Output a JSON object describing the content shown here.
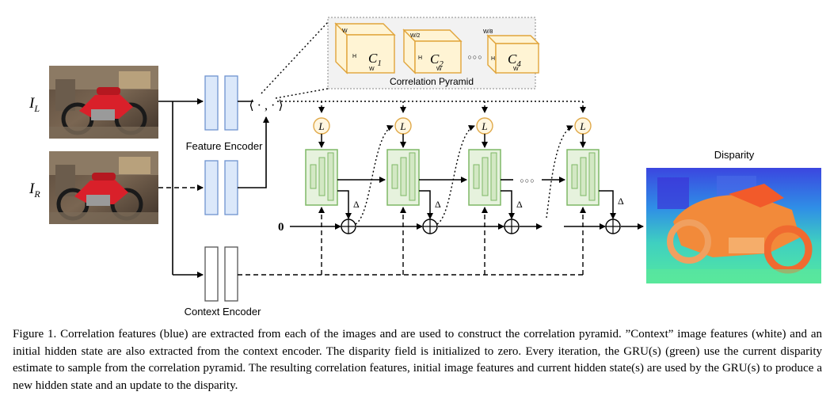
{
  "inputs": {
    "left_label": "I",
    "left_sub": "L",
    "right_label": "I",
    "right_sub": "R"
  },
  "encoders": {
    "feature": "Feature Encoder",
    "context": "Context Encoder"
  },
  "pyramid": {
    "title": "Correlation Pyramid",
    "operator": "⟨ · , · ⟩",
    "volumes": [
      {
        "name": "C",
        "sub": "1",
        "w": "W",
        "h": "H",
        "d": "W"
      },
      {
        "name": "C",
        "sub": "2",
        "w": "W/2",
        "h": "H",
        "d": "W"
      },
      {
        "name": "C",
        "sub": "4",
        "w": "W/8",
        "h": "H",
        "d": "W"
      }
    ],
    "ellipsis": "○○○"
  },
  "gru": {
    "lookup": "L",
    "delta": "Δ",
    "ellipsis": "○○○"
  },
  "disparity_init": "0",
  "output": {
    "title": "Disparity"
  },
  "caption": "Figure 1. Correlation features (blue) are extracted from each of the images and are used to construct the correlation pyramid. ”Context” image features (white) and an initial hidden state are also extracted from the context encoder. The disparity field is initialized to zero. Every iteration, the GRU(s) (green) use the current disparity estimate to sample from the correlation pyramid. The resulting correlation features, initial image features and current hidden state(s) are used by the GRU(s) to produce a new hidden state and an update to the disparity.",
  "colors": {
    "encoder_blue_fill": "#dbe8fa",
    "encoder_blue_stroke": "#6f93cf",
    "gru_green_fill": "#e6f2dd",
    "gru_green_stroke": "#7fb866",
    "lookup_fill": "#fff6e0",
    "lookup_stroke": "#e0a94a",
    "volume_fill": "#fff4d4",
    "volume_stroke": "#e0a43a",
    "pyramid_bg": "#f2f2f2"
  }
}
